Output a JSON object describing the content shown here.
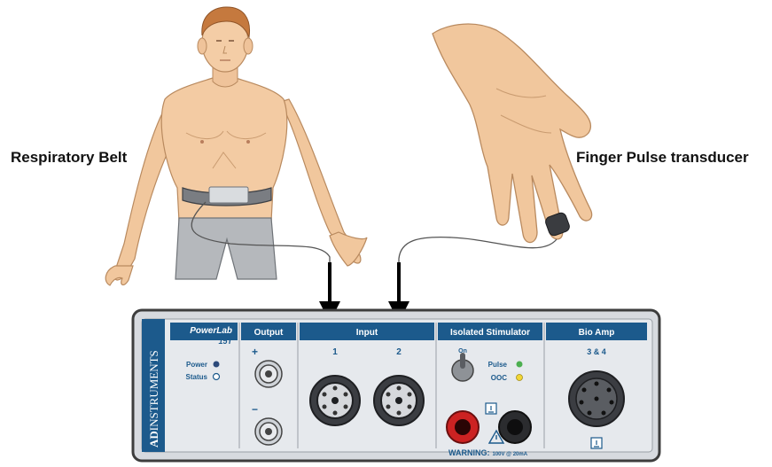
{
  "labels": {
    "left": "Respiratory Belt",
    "right": "Finger Pulse transducer"
  },
  "device": {
    "brand_bold": "AD",
    "brand_rest": "INSTRUMENTS",
    "model_line1": "PowerLab",
    "model_line2": "15T",
    "sections": {
      "output": "Output",
      "input": "Input",
      "stimulator": "Isolated Stimulator",
      "bioamp": "Bio Amp"
    },
    "indicators": {
      "power": "Power",
      "status": "Status",
      "pulse": "Pulse",
      "ooc": "OOC"
    },
    "output_plus": "+",
    "output_minus": "−",
    "input_1": "1",
    "input_2": "2",
    "bioamp_channels": "3 & 4",
    "stim_switch": "On",
    "warning_text": "WARNING:",
    "warning_rating": "100V @ 20mA",
    "colors": {
      "panel": "#e6e9ed",
      "header": "#1c5a8c",
      "border": "#3d3d3d",
      "power_led": "#2c4a7a",
      "pulse_led": "#4caf50",
      "ooc_led": "#f2d635",
      "stim_red": "#cc2222"
    }
  },
  "icons": [
    "person-torso",
    "respiratory-belt",
    "hand",
    "finger-clip",
    "arrow-down",
    "bnc-connector",
    "din-connector",
    "warning-triangle",
    "isolation-symbol"
  ]
}
